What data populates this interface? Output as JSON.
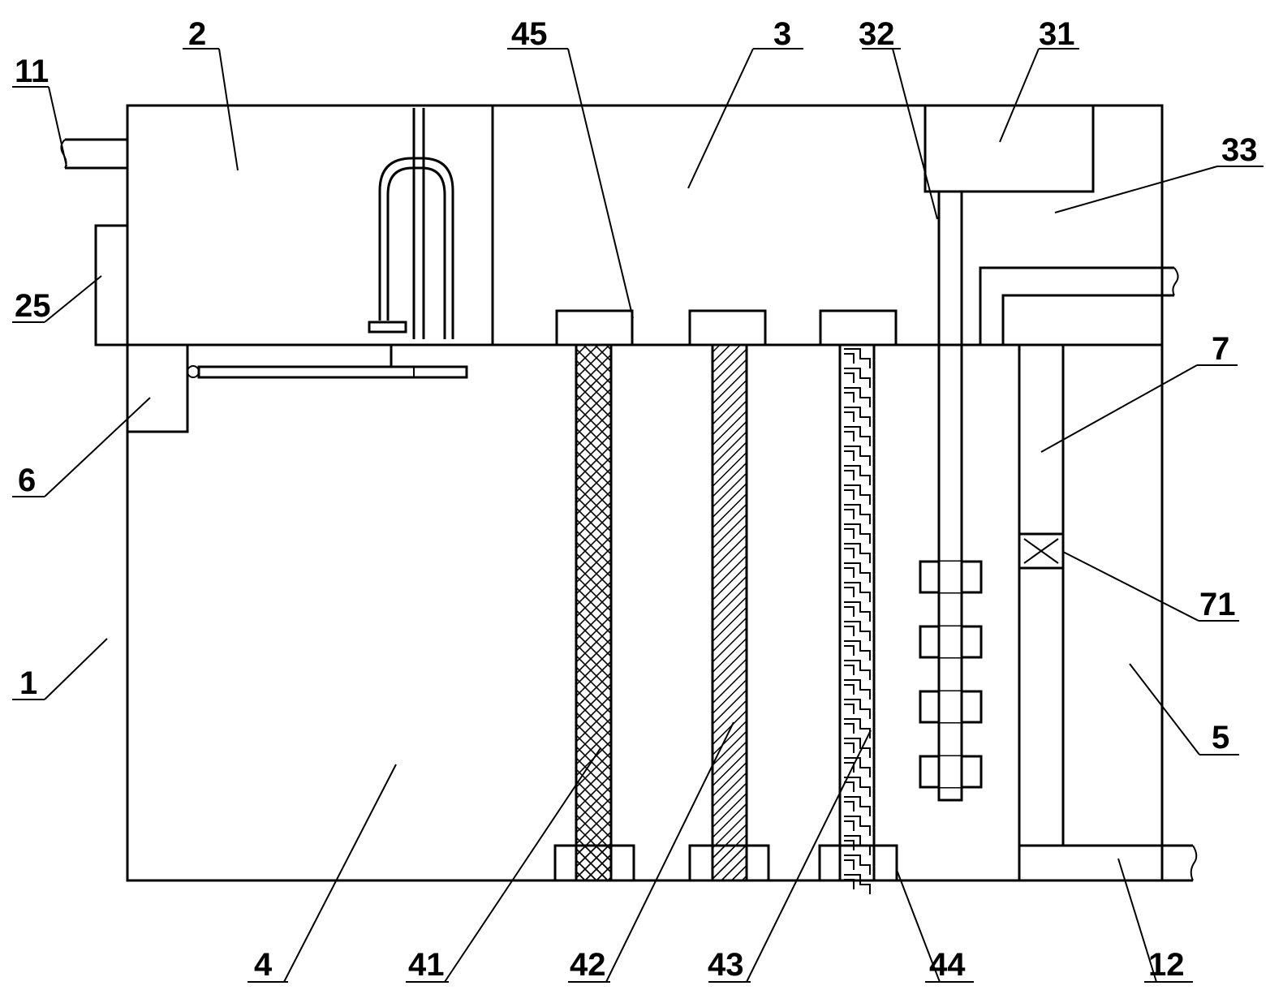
{
  "labels": {
    "l1": "1",
    "l2": "2",
    "l3": "3",
    "l4": "4",
    "l5": "5",
    "l6": "6",
    "l7": "7",
    "l11": "11",
    "l12": "12",
    "l25": "25",
    "l31": "31",
    "l32": "32",
    "l33": "33",
    "l41": "41",
    "l42": "42",
    "l43": "43",
    "l44": "44",
    "l45": "45",
    "l71": "71"
  }
}
